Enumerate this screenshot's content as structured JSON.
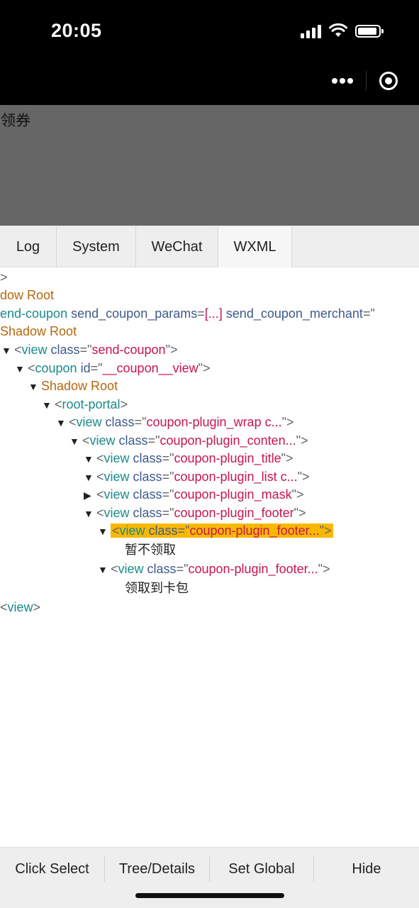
{
  "status_bar": {
    "time": "20:05"
  },
  "page": {
    "text": "领券"
  },
  "tabs": [
    {
      "label": "Log"
    },
    {
      "label": "System"
    },
    {
      "label": "WeChat"
    },
    {
      "label": "WXML",
      "active": true
    }
  ],
  "tree": {
    "r0": {
      "text": ">"
    },
    "r1": {
      "text": "dow Root"
    },
    "r2": {
      "tag": "end-coupon",
      "attr1": "send_coupon_params",
      "eq1": "=",
      "val1": "[...]",
      "attr2": "send_coupon_merchant",
      "tail": "=\""
    },
    "r3": {
      "text": "Shadow Root"
    },
    "r4": {
      "open": "<",
      "tag": "view",
      "attr": "class",
      "eq": "=\"",
      "val": "send-coupon",
      "close": "\">"
    },
    "r5": {
      "open": "<",
      "tag": "coupon",
      "attr": "id",
      "eq": "=\"",
      "val": "__coupon__view",
      "close": "\">"
    },
    "r6": {
      "text": "Shadow Root"
    },
    "r7": {
      "open": "<",
      "tag": "root-portal",
      "close": ">"
    },
    "r8": {
      "open": "<",
      "tag": "view",
      "attr": "class",
      "eq": "=\"",
      "val": "coupon-plugin_wrap c...",
      "close": "\">"
    },
    "r9": {
      "open": "<",
      "tag": "view",
      "attr": "class",
      "eq": "=\"",
      "val": "coupon-plugin_conten...",
      "close": "\">"
    },
    "r10": {
      "open": "<",
      "tag": "view",
      "attr": "class",
      "eq": "=\"",
      "val": "coupon-plugin_title",
      "close": "\">"
    },
    "r11": {
      "open": "<",
      "tag": "view",
      "attr": "class",
      "eq": "=\"",
      "val": "coupon-plugin_list c...",
      "close": "\">"
    },
    "r12": {
      "open": "<",
      "tag": "view",
      "attr": "class",
      "eq": "=\"",
      "val": "coupon-plugin_mask",
      "close": "\">"
    },
    "r13": {
      "open": "<",
      "tag": "view",
      "attr": "class",
      "eq": "=\"",
      "val": "coupon-plugin_footer",
      "close": "\">"
    },
    "r14": {
      "open": "<",
      "tag": "view",
      "attr": "class",
      "eq": "=\"",
      "val": "coupon-plugin_footer...",
      "close": "\">"
    },
    "r15": {
      "text": "暂不领取"
    },
    "r16": {
      "open": "<",
      "tag": "view",
      "attr": "class",
      "eq": "=\"",
      "val": "coupon-plugin_footer...",
      "close": "\">"
    },
    "r17": {
      "text": "领取到卡包"
    },
    "r18": {
      "open": "<",
      "tag": "view",
      "close": ">"
    }
  },
  "arrows": {
    "expanded": "▼",
    "collapsed": "▶"
  },
  "bottom_bar": [
    {
      "label": "Click Select"
    },
    {
      "label": "Tree/Details"
    },
    {
      "label": "Set Global"
    },
    {
      "label": "Hide"
    }
  ],
  "colors": {
    "tag": "#1a8a8a",
    "attr": "#3f5a8a",
    "string": "#c8154f",
    "shadow_root": "#b8670e",
    "highlight": "#f9b800"
  }
}
